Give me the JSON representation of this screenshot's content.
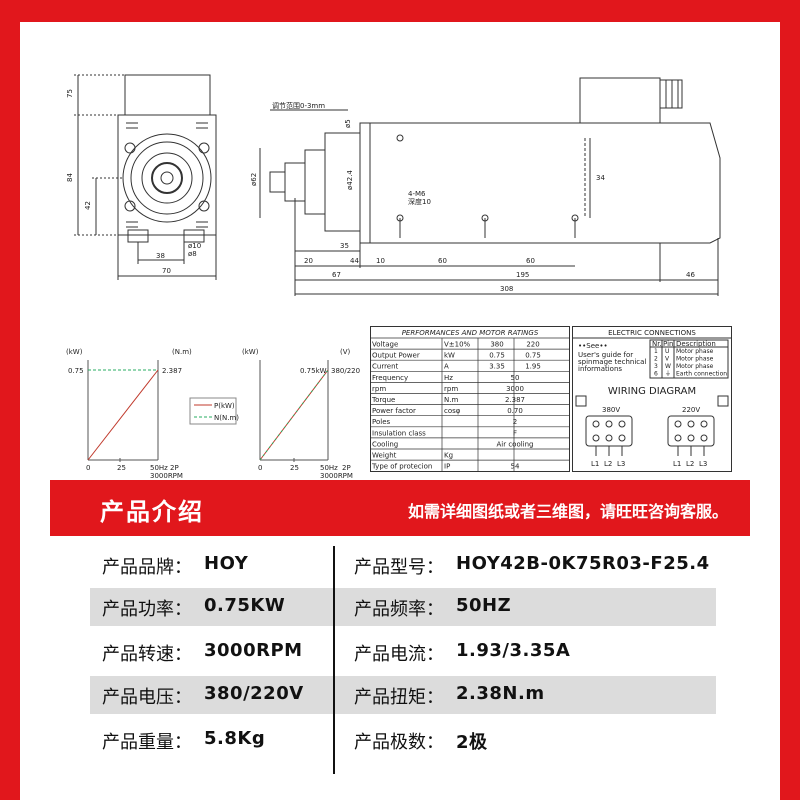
{
  "drawings": {
    "front_view": {
      "dims_v": [
        "75",
        "84",
        "42"
      ],
      "dims_h": [
        "38",
        "70"
      ],
      "small_dims": [
        "ø10",
        "ø8"
      ]
    },
    "side_view": {
      "note_top": "调节范围0-3mm",
      "note_left": "ø62",
      "note_mid": "ø5",
      "note_shaft": "ø42.4",
      "note_hole": "4-M6",
      "note_depth": "深度10",
      "dim_right_v": "34",
      "dims_row1": [
        "20",
        "44",
        "10",
        "60",
        "60"
      ],
      "dims_row1_35": "35",
      "dims_row2": [
        "67",
        "195",
        "46"
      ],
      "dim_total": "308"
    }
  },
  "chart_left": {
    "y_unit_left": "(kW)",
    "y_unit_right": "(N.m)",
    "y_left_tick": "0.75",
    "y_right_tick": "2.387",
    "x_ticks": [
      "0",
      "25",
      "50Hz"
    ],
    "x_tick_2p": "2P",
    "x_sub": "3000RPM",
    "legend": [
      "P(kW)",
      "N(N.m)"
    ]
  },
  "chart_right": {
    "y_unit_left": "(kW)",
    "y_unit_right": "(V)",
    "y_right_tick": "380/220",
    "point_label": "0.75kW",
    "x_ticks": [
      "0",
      "25",
      "50Hz"
    ],
    "x_tick_2p": "2P",
    "x_sub": "3000RPM"
  },
  "perf_table": {
    "title": "PERFORMANCES AND MOTOR RATINGS",
    "rows": [
      [
        "Voltage",
        "V±10%",
        "380",
        "220"
      ],
      [
        "Output Power",
        "kW",
        "0.75",
        "0.75"
      ],
      [
        "Current",
        "A",
        "3.35",
        "1.95"
      ],
      [
        "Frequency",
        "Hz",
        "50",
        ""
      ],
      [
        "rpm",
        "rpm",
        "3000",
        ""
      ],
      [
        "Torque",
        "N.m",
        "2.387",
        ""
      ],
      [
        "Power factor",
        "cosφ",
        "0.70",
        ""
      ],
      [
        "Poles",
        "",
        "2",
        ""
      ],
      [
        "Insulation class",
        "",
        "F",
        ""
      ],
      [
        "Cooling",
        "",
        "Air cooling",
        ""
      ],
      [
        "Weight",
        "Kg",
        "",
        ""
      ],
      [
        "Type of protecion",
        "IP",
        "54",
        ""
      ]
    ]
  },
  "electric": {
    "title": "ELECTRIC CONNECTIONS",
    "see": "••See••",
    "guide": [
      "User's guide for",
      "spinmage technical",
      "informations"
    ],
    "head": [
      "Nr.",
      "Pin",
      "Description"
    ],
    "pins": [
      [
        "1",
        "U",
        "Motor phase"
      ],
      [
        "2",
        "V",
        "Motor phase"
      ],
      [
        "3",
        "W",
        "Motor phase"
      ],
      [
        "6",
        "⏚",
        "Earth connection"
      ]
    ],
    "wiring_title": "WIRING DIAGRAM",
    "v1": "380V",
    "v2": "220V",
    "lines": [
      "L1",
      "L2",
      "L3"
    ]
  },
  "intro": {
    "title": "产品介绍",
    "note": "如需详细图纸或者三维图，请旺旺咨询客服。"
  },
  "specs": [
    {
      "l1": "产品品牌：",
      "v1": "HOY",
      "l2": "产品型号：",
      "v2": "HOY42B-0K75R03-F25.4"
    },
    {
      "l1": "产品功率：",
      "v1": "0.75KW",
      "l2": "产品频率：",
      "v2": "50HZ"
    },
    {
      "l1": "产品转速：",
      "v1": "3000RPM",
      "l2": "产品电流：",
      "v2": "1.93/3.35A"
    },
    {
      "l1": "产品电压：",
      "v1": "380/220V",
      "l2": "产品扭矩：",
      "v2": "2.38N.m"
    },
    {
      "l1": "产品重量：",
      "v1": "5.8Kg",
      "l2": "产品极数：",
      "v2": "2极"
    }
  ],
  "colors": {
    "brand_red": "#e1171c",
    "row_shade": "#dcdcdc",
    "curve_red": "#c0392b",
    "curve_green": "#27ae60"
  }
}
